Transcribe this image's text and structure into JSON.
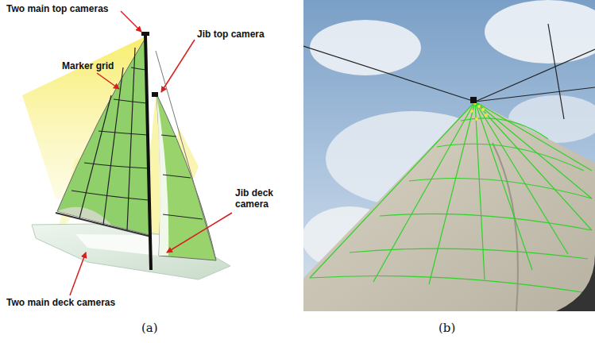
{
  "diagram": {
    "labels": [
      "Two main top cameras",
      "Jib top camera",
      "Marker grid",
      "Jib deck camera",
      "Two main deck cameras",
      "(a)",
      "(b)"
    ]
  }
}
